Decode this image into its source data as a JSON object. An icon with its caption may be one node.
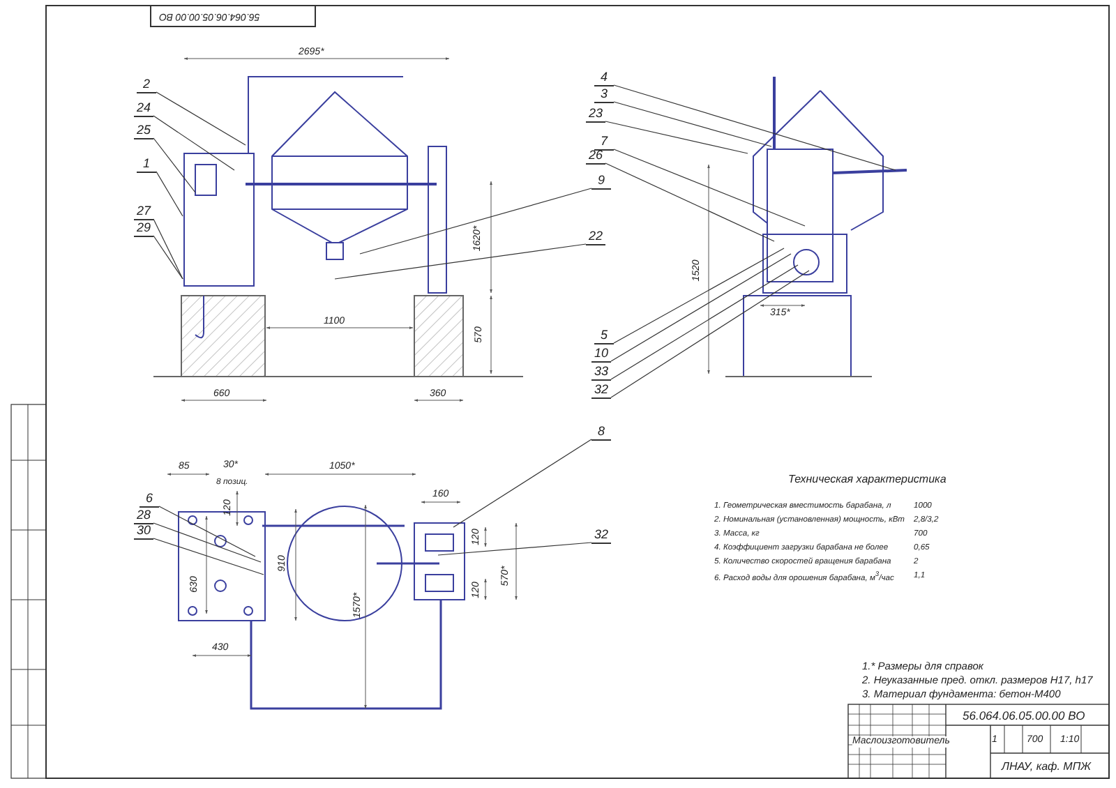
{
  "diagram": {
    "nodes": [
      {
        "text": [
          "2"
        ]
      },
      {
        "text": [
          "24"
        ]
      },
      {
        "text": [
          "25"
        ]
      },
      {
        "text": [
          "1"
        ]
      },
      {
        "text": [
          "27"
        ]
      },
      {
        "text": [
          "29"
        ]
      },
      {
        "text": [
          "9"
        ]
      },
      {
        "text": [
          "22"
        ]
      },
      {
        "text": [
          "4"
        ]
      },
      {
        "text": [
          "3"
        ]
      },
      {
        "text": [
          "23"
        ]
      },
      {
        "text": [
          "7"
        ]
      },
      {
        "text": [
          "26"
        ]
      },
      {
        "text": [
          "5"
        ]
      },
      {
        "text": [
          "10"
        ]
      },
      {
        "text": [
          "33"
        ]
      },
      {
        "text": [
          "32"
        ]
      },
      {
        "text": [
          "6"
        ]
      },
      {
        "text": [
          "28"
        ]
      },
      {
        "text": [
          "30"
        ]
      },
      {
        "text": [
          "8"
        ]
      },
      {
        "text": [
          "32"
        ]
      }
    ],
    "edges": [
      {
        "from": 0,
        "to": null,
        "arrow": "none"
      },
      {
        "from": 1,
        "to": null,
        "arrow": "none"
      },
      {
        "from": 2,
        "to": null,
        "arrow": "none"
      },
      {
        "from": 3,
        "to": null,
        "arrow": "none"
      },
      {
        "from": 4,
        "to": null,
        "arrow": "none"
      },
      {
        "from": 5,
        "to": null,
        "arrow": "none"
      },
      {
        "from": 6,
        "to": null,
        "arrow": "none"
      },
      {
        "from": 7,
        "to": null,
        "arrow": "none"
      },
      {
        "from": 8,
        "to": null,
        "arrow": "none"
      },
      {
        "from": 9,
        "to": null,
        "arrow": "none"
      },
      {
        "from": 10,
        "to": null,
        "arrow": "none"
      },
      {
        "from": 11,
        "to": null,
        "arrow": "none"
      },
      {
        "from": 12,
        "to": null,
        "arrow": "none"
      },
      {
        "from": 13,
        "to": null,
        "arrow": "none"
      },
      {
        "from": 14,
        "to": null,
        "arrow": "none"
      },
      {
        "from": 15,
        "to": null,
        "arrow": "none"
      },
      {
        "from": 16,
        "to": null,
        "arrow": "none"
      },
      {
        "from": 17,
        "to": null,
        "arrow": "none"
      },
      {
        "from": 18,
        "to": null,
        "arrow": "none"
      },
      {
        "from": 19,
        "to": null,
        "arrow": "none"
      },
      {
        "from": 20,
        "to": null,
        "arrow": "none"
      },
      {
        "from": 21,
        "to": null,
        "arrow": "none"
      }
    ],
    "labels": [
      "56.064.06.05.00.00 ВО",
      "2695*",
      "1620*",
      "570",
      "1100",
      "660",
      "360",
      "1520",
      "315*",
      "30*",
      "8 позиц.",
      "85",
      "120",
      "1050*",
      "160",
      "630",
      "910",
      "1570*",
      "120",
      "570*",
      "120",
      "430",
      "Техническая характеристика",
      "1. Геометрическая вместимость барабана, л",
      "1000",
      "2. Номинальная (установленная) мощность, кВт",
      "2,8/3,2",
      "3. Масса, кг",
      "700",
      "4. Коэффициент загрузки барабана не более",
      "0,65",
      "5. Количество скоростей вращения барабана",
      "2",
      "6. Расход воды для орошения барабана, м$^{3}$/час",
      "1,1",
      "1.* Размеры для справок",
      "2. Неуказанные пред. откл. размеров H17, h17",
      "3. Материал фундамента: бетон-М400",
      "56.064.06.05.00.00 ВО",
      "Маслоизготовитель",
      "1",
      "700",
      "1:10",
      "ЛНАУ, каф. МПЖ"
    ]
  }
}
